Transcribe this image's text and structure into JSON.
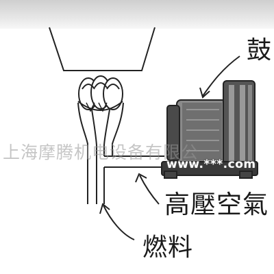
{
  "labels": {
    "blower": "鼓",
    "high_pressure_air": "高壓空氣",
    "fuel": "燃料"
  },
  "watermark": {
    "company": "上海摩腾机电设备有限公",
    "website": "www.***.com"
  }
}
